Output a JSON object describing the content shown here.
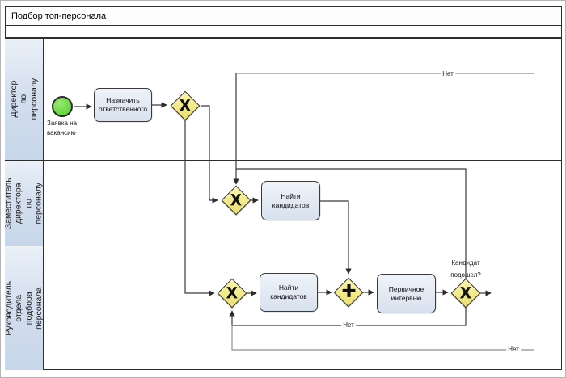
{
  "pool": {
    "title": "Подбор топ-персонала",
    "lanes": [
      {
        "label": "Директор по\nперсоналу"
      },
      {
        "label": "Заместитель\nдиректора по\nперсоналу"
      },
      {
        "label": "Руководитель отдела\nподбора персонала"
      }
    ]
  },
  "nodes": {
    "start_event": {
      "label": "Заявка на\nвакансию"
    },
    "task_assign_responsible": {
      "label": "Назначить ответственного"
    },
    "task_find_candidates_deputy": {
      "label": "Найти кандидатов"
    },
    "task_find_candidates_head": {
      "label": "Найти кандидатов"
    },
    "task_initial_interview": {
      "label": "Первичное интервью"
    },
    "gateway_candidate_fit": {
      "label": "Кандидат\nподошел?"
    },
    "xor_symbol": "X",
    "and_symbol": "+"
  },
  "edge_labels": {
    "no_top": "Нет",
    "no_middle": "Нет",
    "no_bottom": "Нет"
  },
  "colors": {
    "gateway_fill": "#f3ea8a",
    "task_fill": "#e2e9f3",
    "start_event_fill": "#6edb4a",
    "lane_strip_fill": "#d4dfee",
    "flow_line": "#3a3a3a",
    "gray_line": "#8f8f8f",
    "border": "#2e2e2e"
  }
}
